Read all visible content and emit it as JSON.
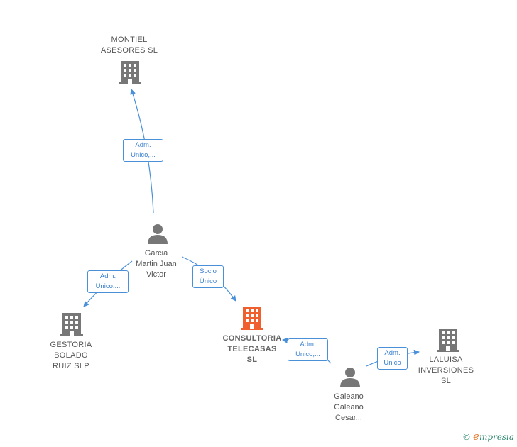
{
  "nodes": {
    "montiel": "MONTIEL\nASESORES  SL",
    "garcia": "Garcia\nMartin Juan\nVictor",
    "gestoria": "GESTORIA\nBOLADO\nRUIZ SLP",
    "consultoria": "CONSULTORIA\nTELECASAS\nSL",
    "galeano": "Galeano\nGaleano\nCesar...",
    "laluisa": "LALUISA\nINVERSIONES\nSL"
  },
  "edges": {
    "garcia_montiel": "Adm.\nUnico,...",
    "garcia_gestoria": "Adm.\nUnico,...",
    "garcia_consultoria": "Socio\nÚnico",
    "galeano_consultoria": "Adm.\nUnico,...",
    "galeano_laluisa": "Adm.\nUnico"
  },
  "colors": {
    "edge": "#4a90d9",
    "building": "#777777",
    "highlight": "#f0602e",
    "person": "#777777"
  },
  "icons": {
    "company": "building-icon",
    "person": "person-icon"
  },
  "brand": {
    "copyright": "©",
    "e": "e",
    "name": "mpresia"
  }
}
